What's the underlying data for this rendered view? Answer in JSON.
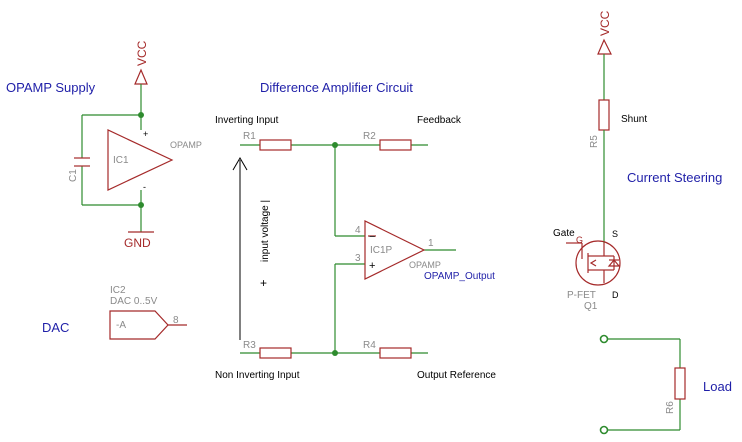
{
  "sections": {
    "opamp_supply": "OPAMP Supply",
    "difference_amplifier": "Difference Amplifier Circuit",
    "current_steering": "Current Steering",
    "dac": "DAC",
    "load": "Load"
  },
  "nets": {
    "vcc_left": "VCC",
    "vcc_right": "VCC",
    "gnd": "GND",
    "inverting_input": "Inverting Input",
    "non_inverting_input": "Non Inverting Input",
    "feedback": "Feedback",
    "output_reference": "Output Reference",
    "opamp_output": "OPAMP_Output",
    "shunt": "Shunt",
    "gate": "Gate",
    "input_voltage": "input voltage |",
    "plus_sign": "+"
  },
  "parts": {
    "ic1": {
      "name": "IC1",
      "value": "OPAMP",
      "pin_plus": "+",
      "pin_minus": "-"
    },
    "c1": {
      "name": "C1"
    },
    "ic1p": {
      "name": "IC1P",
      "value": "OPAMP",
      "pin_inv": "4",
      "pin_noninv": "3",
      "pin_out": "1",
      "sym_minus": "−",
      "sym_plus": "+"
    },
    "r1": {
      "name": "R1"
    },
    "r2": {
      "name": "R2"
    },
    "r3": {
      "name": "R3"
    },
    "r4": {
      "name": "R4"
    },
    "r5": {
      "name": "R5"
    },
    "r6": {
      "name": "R6"
    },
    "ic2": {
      "name": "IC2",
      "value": "DAC 0..5V",
      "pin_label": "-A",
      "pin_num": "8"
    },
    "q1": {
      "name": "Q1",
      "value": "P-FET",
      "pin_g": "G",
      "pin_s": "S",
      "pin_d": "D"
    }
  }
}
